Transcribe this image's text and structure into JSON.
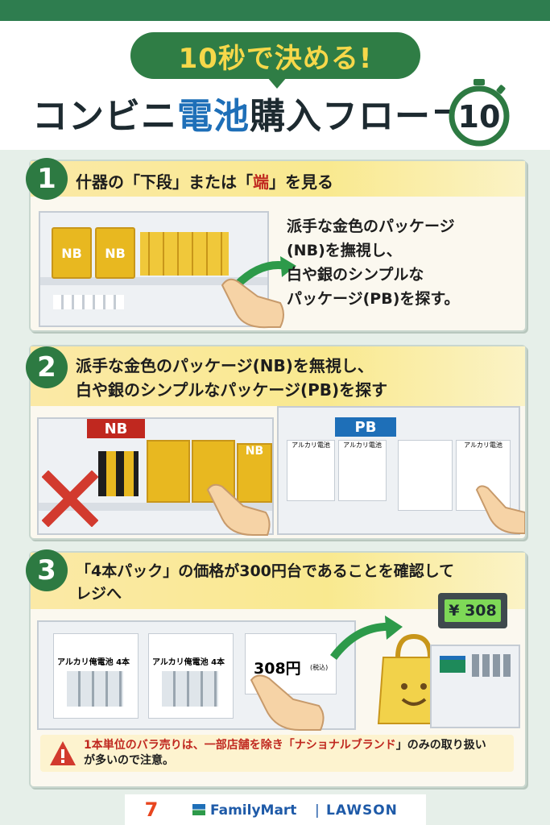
{
  "header": {
    "bubble": "10秒で決める!",
    "title_part1": "コンビニ",
    "title_hl": "電池",
    "title_part2": "購入フロー",
    "timer_number": "10"
  },
  "step1": {
    "number": "1",
    "title_a": "什器の「下段」または「",
    "title_red": "端",
    "title_b": "」を見る",
    "desc": [
      "派手な金色のパッケージ",
      "(NB)を撫視し、",
      "白や銀のシンプルな",
      "パッケージ(PB)を探す。"
    ],
    "package_label": "NB"
  },
  "step2": {
    "number": "2",
    "title_line1": "派手な金色のパッケージ(NB)を無視し、",
    "title_line2": "白や銀のシンプルなパッケージ(PB)を探す",
    "nb_tag": "NB",
    "pb_tag": "PB",
    "pack_label": "アルカリ電池",
    "nb_package_label": "NB"
  },
  "step3": {
    "number": "3",
    "title_line1": "「4本パック」の価格が300円台であることを確認して",
    "title_line2": "レジへ",
    "pack_label": "アルカリ俺電池 4本",
    "price_label": "308円",
    "price_note": "(税込)",
    "register_display": "¥ 308",
    "warning_a": "1本単位のバラ売りは、一部店舗を除き「",
    "warning_red": "ナショナルブランド",
    "warning_b": "」のみの取り扱い",
    "warning_line2": "が多いので注意。"
  },
  "logos": {
    "seven": "7",
    "familymart": "FamilyMart",
    "separator": "|",
    "lawson": "LAWSON"
  },
  "colors": {
    "green": "#2d7a42",
    "gold": "#e8b820",
    "blue": "#1e6fb8",
    "red": "#c0281f",
    "yellow_bar": "#f9e98f"
  }
}
